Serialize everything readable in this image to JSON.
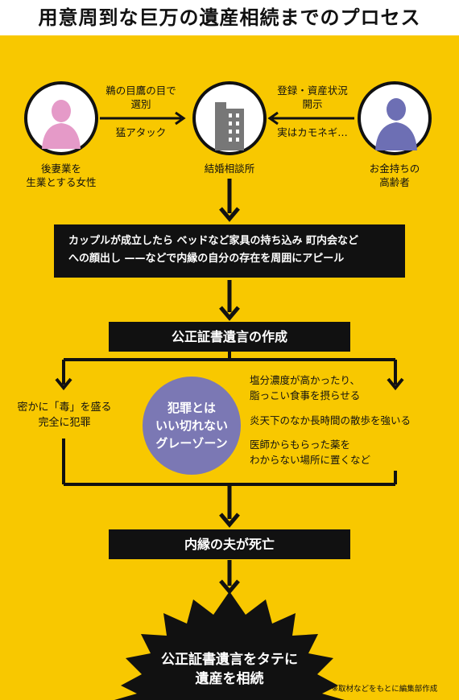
{
  "title": "用意周到な巨万の遺産相続までのプロセス",
  "nodes": {
    "woman_label_1": "後妻業を",
    "woman_label_2": "生業とする女性",
    "agency_label": "結婚相談所",
    "elder_label_1": "お金持ちの",
    "elder_label_2": "高齢者"
  },
  "edges": {
    "woman_to_agency_1": "鵜の目鷹の目で",
    "woman_to_agency_2": "選別",
    "woman_attack": "猛アタック",
    "elder_to_agency_1": "登録・資産状況",
    "elder_to_agency_2": "開示",
    "elder_reality": "実はカモネギ…"
  },
  "step1": {
    "line1": "カップルが成立したら  ベッドなど家具の持ち込み  町内会など",
    "line2": "への顔出し  ——などで内縁の自分の存在を周囲にアピール"
  },
  "step2": "公正証書遺言の作成",
  "left_branch": {
    "line1": "密かに「毒」を盛る",
    "line2": "完全に犯罪"
  },
  "gray_zone": {
    "line1": "犯罪とは",
    "line2": "いい切れない",
    "line3": "グレーゾーン"
  },
  "right_branch": {
    "item1_line1": "塩分濃度が高かったり、",
    "item1_line2": "脂っこい食事を摂らせる",
    "item2": "炎天下のなか長時間の散歩を強いる",
    "item3_line1": "医師からもらった薬を",
    "item3_line2": "わからない場所に置くなど"
  },
  "step3": "内縁の夫が死亡",
  "final": {
    "line1": "公正証書遺言をタテに",
    "line2": "遺産を相続"
  },
  "source_note": "※取材などをもとに編集部作成",
  "colors": {
    "background": "#f8c800",
    "box": "#111111",
    "woman": "#e59ac8",
    "elder": "#6d6fb4",
    "building": "#777777",
    "gray_zone": "#7b78b4"
  }
}
